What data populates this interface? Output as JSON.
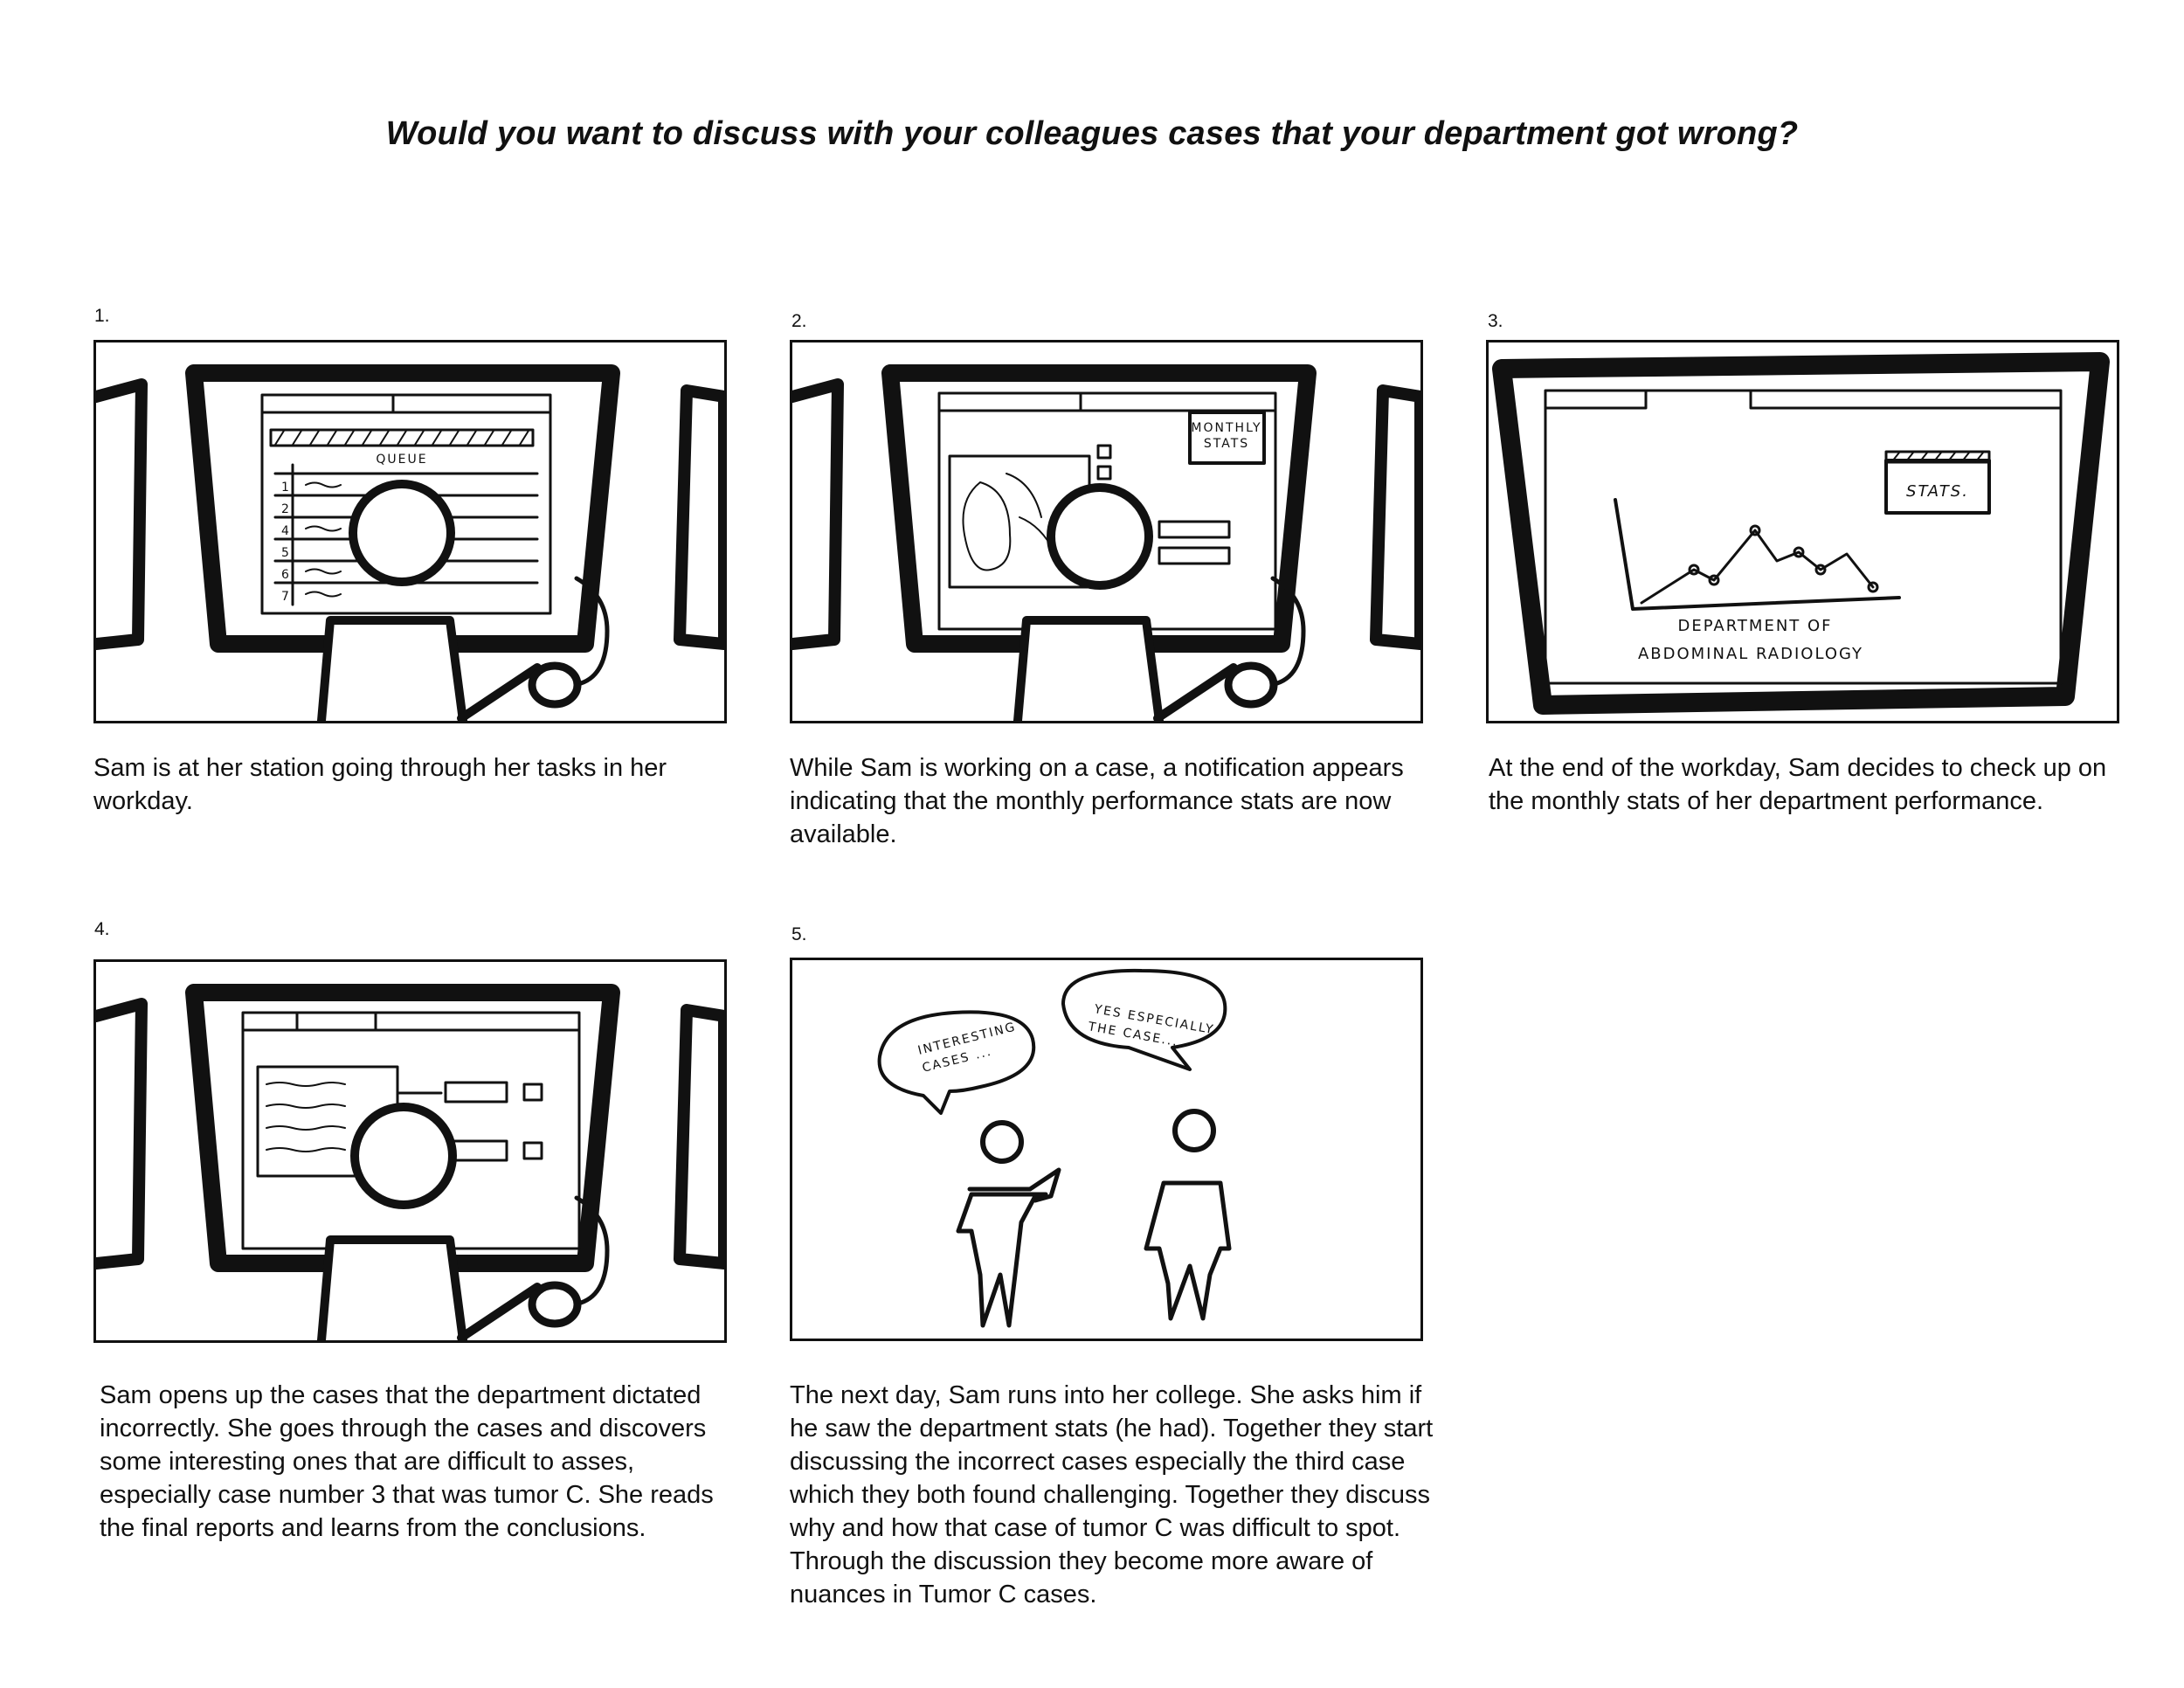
{
  "title": "Would you want to discuss with your colleagues cases that your department got wrong?",
  "panels": [
    {
      "number": "1.",
      "caption": "Sam is at her station going through her tasks in her workday.",
      "screen_label": "QUEUE",
      "queue_numbers": [
        "1",
        "2",
        "4",
        "5",
        "6",
        "7"
      ]
    },
    {
      "number": "2.",
      "caption": "While Sam is working on a case, a notification appears indicating that the monthly performance stats are now available.",
      "notification_line1": "MONTHLY",
      "notification_line2": "STATS"
    },
    {
      "number": "3.",
      "caption": "At the end of the workday, Sam decides to check up on the monthly stats of her department performance.",
      "stats_label": "STATS.",
      "chart_label_line1": "DEPARTMENT OF",
      "chart_label_line2": "ABDOMINAL RADIOLOGY"
    },
    {
      "number": "4.",
      "caption": "Sam opens up the cases that the department dictated incorrectly. She goes through the cases and discovers some interesting ones that are difficult to asses, especially case number 3 that was tumor C. She reads the final reports and learns from the conclusions."
    },
    {
      "number": "5.",
      "caption": "The next day, Sam runs into her college. She asks him if he saw the department stats (he had). Together they start discussing the incorrect cases especially the third case which they both found challenging. Together they discuss why and how that case of tumor C was difficult to spot. Through the discussion they become more aware of nuances in Tumor C cases.",
      "bubble_left_line1": "INTERESTING",
      "bubble_left_line2": "CASES ...",
      "bubble_right_line1": "YES ESPECIALLY",
      "bubble_right_line2": "THE CASE..."
    }
  ]
}
